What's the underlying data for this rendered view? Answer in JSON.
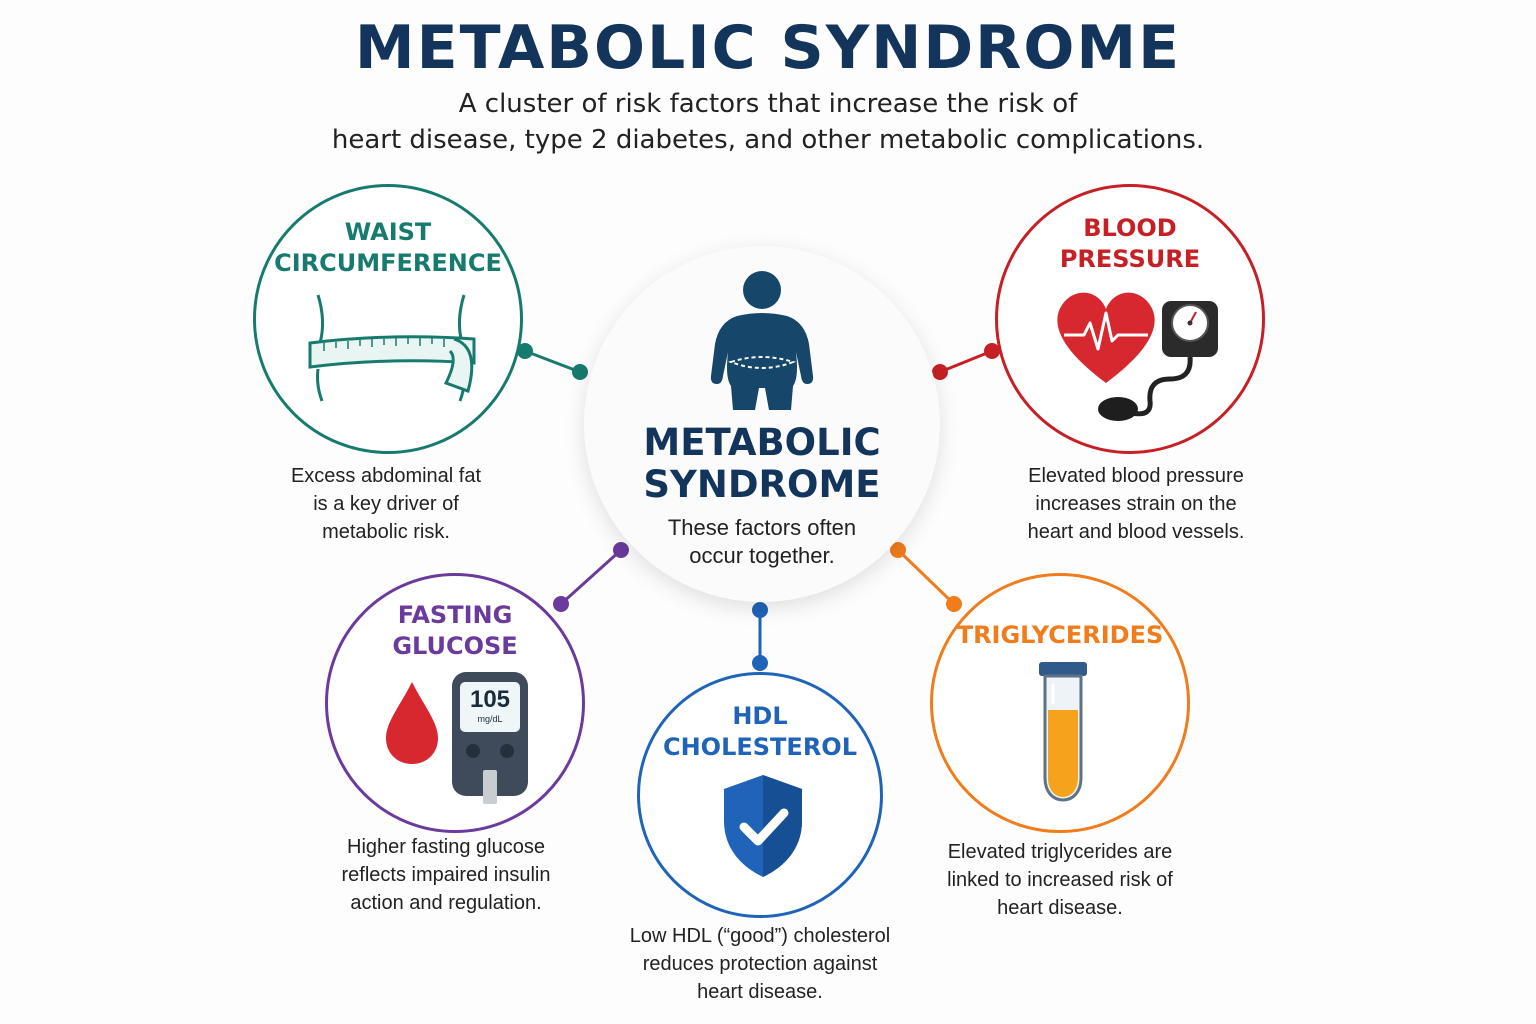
{
  "title": "METABOLIC SYNDROME",
  "subtitle": {
    "line1": "A cluster of risk factors that increase the risk of",
    "line2": "heart disease, type 2 diabetes, and other metabolic complications."
  },
  "center": {
    "title_line1": "METABOLIC",
    "title_line2": "SYNDROME",
    "text_line1": "These factors often",
    "text_line2": "occur together.",
    "color": "#13355c",
    "icon": "body-silhouette-icon"
  },
  "factors": {
    "waist": {
      "title_line1": "WAIST",
      "title_line2": "CIRCUMFERENCE",
      "desc_line1": "Excess abdominal fat",
      "desc_line2": "is a key driver of",
      "desc_line3": "metabolic risk.",
      "color": "#177a6e",
      "icon": "measuring-tape-icon"
    },
    "blood_pressure": {
      "title_line1": "BLOOD",
      "title_line2": "PRESSURE",
      "desc_line1": "Elevated blood pressure",
      "desc_line2": "increases strain on the",
      "desc_line3": "heart and blood vessels.",
      "color": "#c62026",
      "icon": "heart-blood-pressure-gauge-icon"
    },
    "glucose": {
      "title_line1": "FASTING",
      "title_line2": "GLUCOSE",
      "desc_line1": "Higher fasting glucose",
      "desc_line2": "reflects impaired insulin",
      "desc_line3": "action and regulation.",
      "color": "#6a3a9c",
      "icon": "blood-drop-glucose-meter-icon",
      "meter_value": "105",
      "meter_unit": "mg/dL"
    },
    "hdl": {
      "title_line1": "HDL",
      "title_line2": "CHOLESTEROL",
      "desc_line1": "Low HDL (“good”) cholesterol",
      "desc_line2": "reduces protection against",
      "desc_line3": "heart disease.",
      "color": "#1f64b8",
      "icon": "shield-check-icon"
    },
    "triglycerides": {
      "title_line1": "TRIGLYCERIDES",
      "desc_line1": "Elevated triglycerides are",
      "desc_line2": "linked to increased risk of",
      "desc_line3": "heart disease.",
      "color": "#f07c1c",
      "icon": "test-tube-icon"
    }
  }
}
